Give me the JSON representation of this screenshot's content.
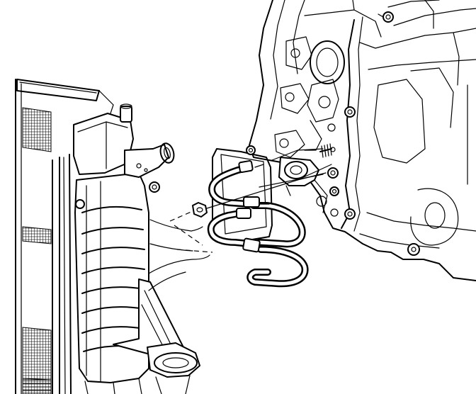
{
  "figure": {
    "kind": "technical line drawing",
    "palette": {
      "ink": "#000000",
      "paper": "#ffffff"
    },
    "parts": [
      "radiator",
      "radiator-cooling-fins",
      "radiator-inlet-neck",
      "radiator-outlet-neck",
      "engine-block",
      "oil-filter-adapter",
      "oil-cooler-hose-assembly",
      "hose-mounting-bracket",
      "mounting-nut",
      "mounting-stud",
      "engine-bolts",
      "radiator-hoses"
    ]
  }
}
